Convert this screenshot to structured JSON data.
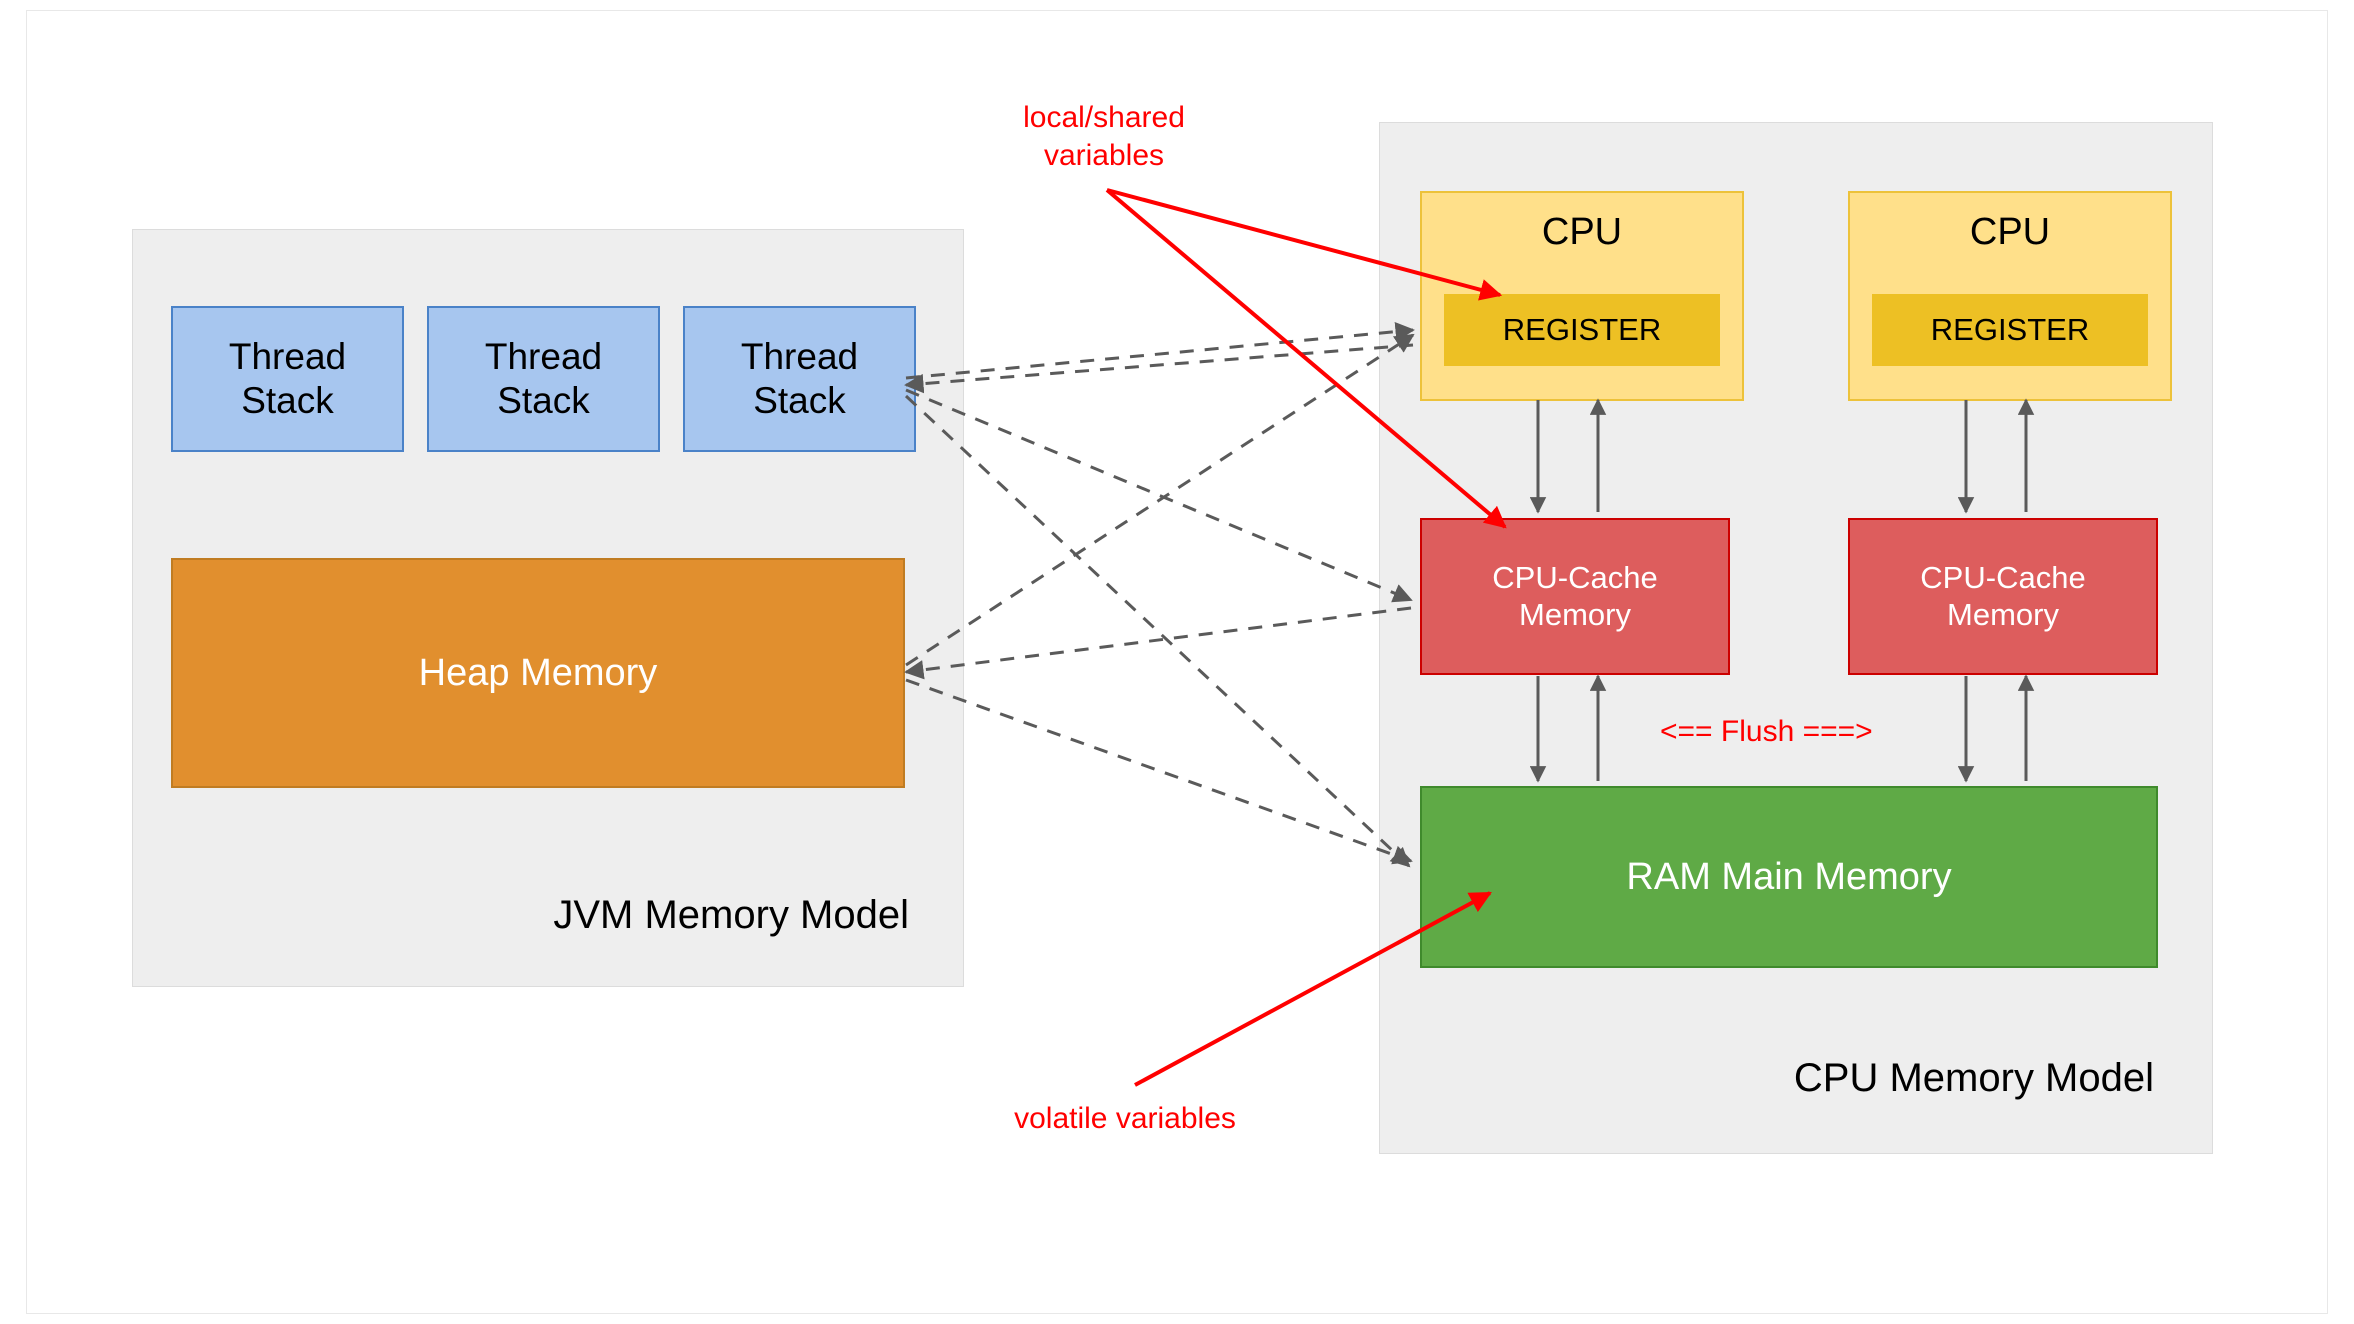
{
  "diagram": {
    "title": "JVM Memory Model and CPU Memory Model",
    "colors": {
      "group_fill": "#eeeeee",
      "group_stroke": "#dcdcdc",
      "thread_stack_fill": "#a7c6ef",
      "thread_stack_stroke": "#4a82c8",
      "heap_fill": "#e18f2e",
      "heap_stroke": "#c07c22",
      "cpu_fill": "#ffe08a",
      "cpu_stroke": "#edc23a",
      "register_fill": "#edc024",
      "cache_fill": "#dd5d5d",
      "cache_stroke": "#cc0000",
      "ram_fill": "#5faa46",
      "ram_stroke": "#3f8a2c",
      "annotation": "#ff0000",
      "connector": "#5a5a5a"
    },
    "jvm_group": {
      "title": "JVM Memory Model",
      "thread_stacks": [
        {
          "label": "Thread\nStack"
        },
        {
          "label": "Thread\nStack"
        },
        {
          "label": "Thread\nStack"
        }
      ],
      "heap": {
        "label": "Heap Memory"
      }
    },
    "cpu_group": {
      "title": "CPU Memory Model",
      "cpus": [
        {
          "label": "CPU",
          "register_label": "REGISTER",
          "cache_label": "CPU-Cache\nMemory"
        },
        {
          "label": "CPU",
          "register_label": "REGISTER",
          "cache_label": "CPU-Cache\nMemory"
        }
      ],
      "ram": {
        "label": "RAM Main Memory"
      }
    },
    "annotations": [
      {
        "id": "local-shared",
        "text": "local/shared\nvariables"
      },
      {
        "id": "volatile",
        "text": "volatile variables"
      },
      {
        "id": "flush",
        "text": "<== Flush ===>"
      }
    ]
  }
}
